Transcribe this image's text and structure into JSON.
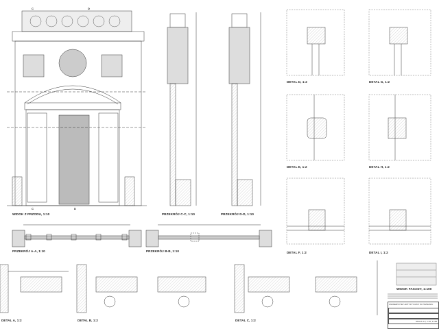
{
  "sheet": {
    "views": {
      "front_view": "WIDOK Z PRZODU, 1:10",
      "section_cc": "PRZEKRÓJ C-C, 1:10",
      "section_dd": "PRZEKRÓJ D-D, 1:10",
      "section_aa": "PRZEKRÓJ A-A, 1:10",
      "section_bb": "PRZEKRÓJ B-B, 1:10",
      "facade_view": "WIDOK FASADY, 1:100"
    },
    "details": {
      "a": "DETAL A, 1:2",
      "b": "DETAL B, 1:2",
      "c": "DETAL C, 1:2",
      "d": "DETAL D, 1:2",
      "e": "DETAL E, 1:2",
      "f": "DETAL F, 1:2",
      "g": "DETAL G, 1:2",
      "h": "DETAL H, 1:2",
      "i": "DETAL I, 1:2"
    },
    "section_markers": [
      "C",
      "D",
      "C",
      "D"
    ],
    "title_block": {
      "institution": "UNIWERSYTET ARTYSTYCZNY W POZNANIU",
      "scale": "SKALA 1:2, 1:10, 1:100"
    }
  },
  "colors": {
    "line": "#333333",
    "hatch": "#9a9a9a",
    "fill": "#e4e4e4"
  }
}
